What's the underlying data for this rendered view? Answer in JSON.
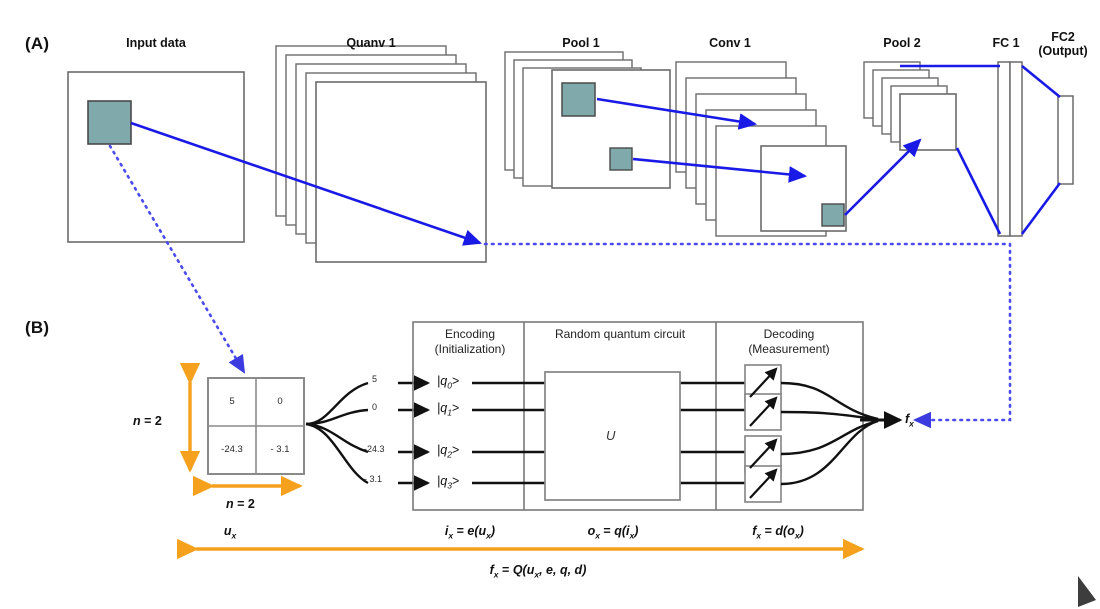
{
  "figure": {
    "panels": [
      {
        "id": "A",
        "label": "(A)"
      },
      {
        "id": "B",
        "label": "(B)"
      }
    ]
  },
  "network": {
    "layers": [
      {
        "name": "input-data",
        "label": "Input data"
      },
      {
        "name": "quanv-1",
        "label": "Quanv 1"
      },
      {
        "name": "pool-1",
        "label": "Pool 1"
      },
      {
        "name": "conv-1",
        "label": "Conv 1"
      },
      {
        "name": "pool-2",
        "label": "Pool 2"
      },
      {
        "name": "fc-1",
        "label": "FC 1"
      },
      {
        "name": "fc-2",
        "label": "FC2",
        "sublabel": "(Output)"
      }
    ]
  },
  "quantum": {
    "stages": [
      {
        "name": "encoding",
        "title": "Encoding",
        "subtitle": "(Initialization)"
      },
      {
        "name": "circuit",
        "title": "Random quantum circuit",
        "subtitle": ""
      },
      {
        "name": "decoding",
        "title": "Decoding",
        "subtitle": "(Measurement)"
      }
    ],
    "patch": {
      "rows": [
        [
          "5",
          "0"
        ],
        [
          "-24.3",
          "- 3.1"
        ]
      ],
      "width_label": "n = 2",
      "height_label": "n = 2"
    },
    "wire_values": [
      "5",
      "0",
      "-24.3",
      "- 3.1"
    ],
    "qubits": [
      "q0",
      "q1",
      "q2",
      "q3"
    ],
    "unitary_label": "U",
    "output_label": "fx",
    "formulas": [
      {
        "name": "input-patch",
        "text": "ux"
      },
      {
        "name": "encoding",
        "text": "ix = e(ux)"
      },
      {
        "name": "circuit",
        "text": "ox = q(ix)"
      },
      {
        "name": "decoding",
        "text": "fx = d(ox)"
      },
      {
        "name": "overall",
        "text": "fx = Q(ux, e, q, d)"
      }
    ]
  },
  "colors": {
    "patch_fill": "#7fa9ab",
    "patch_stroke": "#4a4a4a",
    "box_stroke": "#6b6b6b",
    "arrow_blue": "#1a1ae6",
    "annotation_orange": "#f5a11e",
    "wire_black": "#111111"
  }
}
